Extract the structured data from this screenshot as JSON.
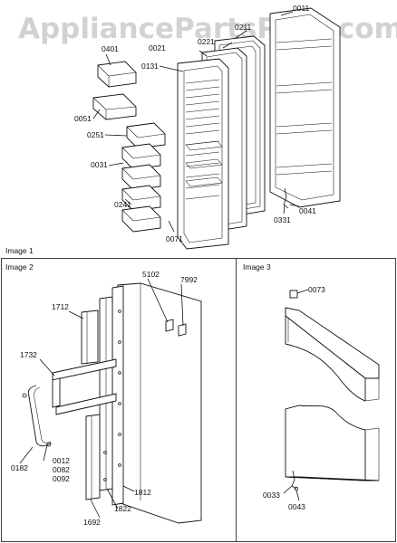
{
  "watermark": "AppliancePartsPros.com",
  "panels": {
    "image1": {
      "title": "Image 1"
    },
    "image2": {
      "title": "Image 2"
    },
    "image3": {
      "title": "Image 3"
    }
  },
  "callouts": {
    "c0011": "0011",
    "c0211": "0211",
    "c0221": "0221",
    "c0021": "0021",
    "c0401": "0401",
    "c0131": "0131",
    "c0051": "0051",
    "c0251": "0251",
    "c0031": "0031",
    "c0241": "0241",
    "c0071": "0071",
    "c0331": "0331",
    "c0041": "0041",
    "c5102": "5102",
    "c7992": "7992",
    "c1712": "1712",
    "c1732": "1732",
    "c0012": "0012",
    "c0082": "0082",
    "c0092": "0092",
    "c0182": "0182",
    "c1812": "1812",
    "c1822": "1822",
    "c1692": "1692",
    "c0073": "0073",
    "c0033": "0033",
    "c0043": "0043"
  }
}
